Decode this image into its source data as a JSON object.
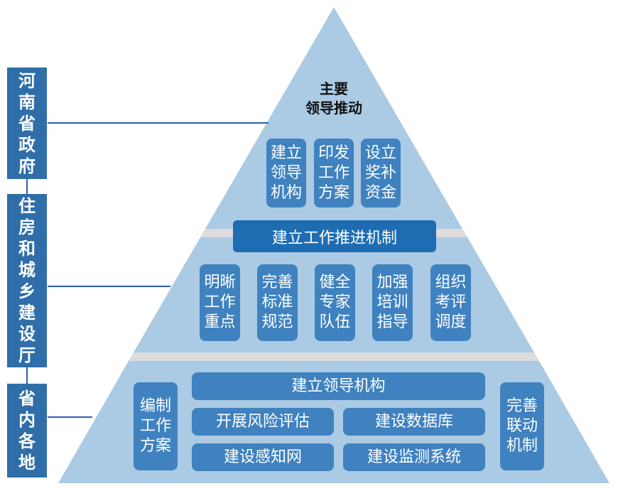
{
  "left_labels": [
    "河南省政府",
    "住房和城乡建设厅",
    "省内各地"
  ],
  "top_tier": {
    "title_line1": "主要",
    "title_line2": "领导推动",
    "boxes": [
      "建立领导机构",
      "印发工作方案",
      "设立奖补资金"
    ]
  },
  "middle_tier": {
    "banner": "建立工作推进机制",
    "boxes": [
      "明晰工作重点",
      "完善标准规范",
      "健全专家队伍",
      "加强培训指导",
      "组织考评调度"
    ]
  },
  "bottom_tier": {
    "left_box": "编制工作方案",
    "right_box": "完善联动机制",
    "top_bar": "建立领导机构",
    "grid": [
      "开展风险评估",
      "建设数据库",
      "建设感知网",
      "建设监测系统"
    ]
  },
  "colors": {
    "tier_fill": "#abcae4",
    "separator": "#dcdcdc",
    "box": "#3f82bf",
    "banner": "#1e6db3",
    "side": "#2f6ea8",
    "line": "#2d5eb0"
  }
}
